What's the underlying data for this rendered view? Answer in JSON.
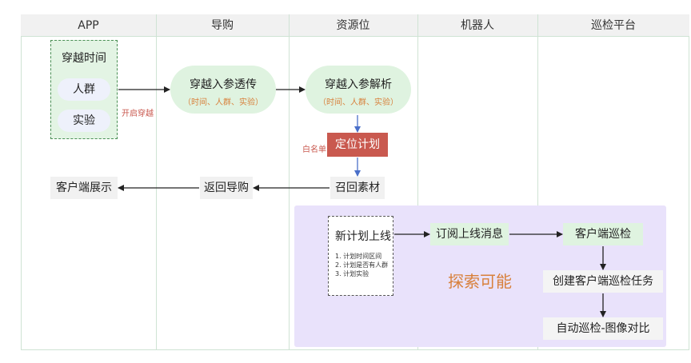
{
  "columns": [
    "APP",
    "导购",
    "资源位",
    "机器人",
    "巡检平台"
  ],
  "app": {
    "group_items": [
      "穿越时间",
      "人群",
      "实验"
    ],
    "client_display": "客户端展示"
  },
  "guide": {
    "pass_params": "穿越入参透传",
    "pass_params_sub": "（时间、人群、实验）",
    "return_guide": "返回导购",
    "open_travel": "开启穿越"
  },
  "resource": {
    "parse_params": "穿越入参解析",
    "parse_params_sub": "（时间、人群、实验）",
    "whitelist": "白名单",
    "locate_plan": "定位计划",
    "recall": "召回素材"
  },
  "new_plan": {
    "title": "新计划上线",
    "items": [
      "1. 计划时间区间",
      "2. 计划是否有人群",
      "3. 计划实验"
    ]
  },
  "robot": {
    "subscribe": "订阅上线消息"
  },
  "patrol": {
    "client_patrol": "客户端巡检",
    "create_task": "创建客户端巡检任务",
    "auto_compare": "自动巡检-图像对比"
  },
  "explore_label": "探索可能",
  "colors": {
    "green_fill": "#dff3e0",
    "purple_zone": "#e9e2fb",
    "red_box": "#c9594f",
    "orange_text": "#d8803b",
    "blue_arrow": "#4a6fc9"
  }
}
